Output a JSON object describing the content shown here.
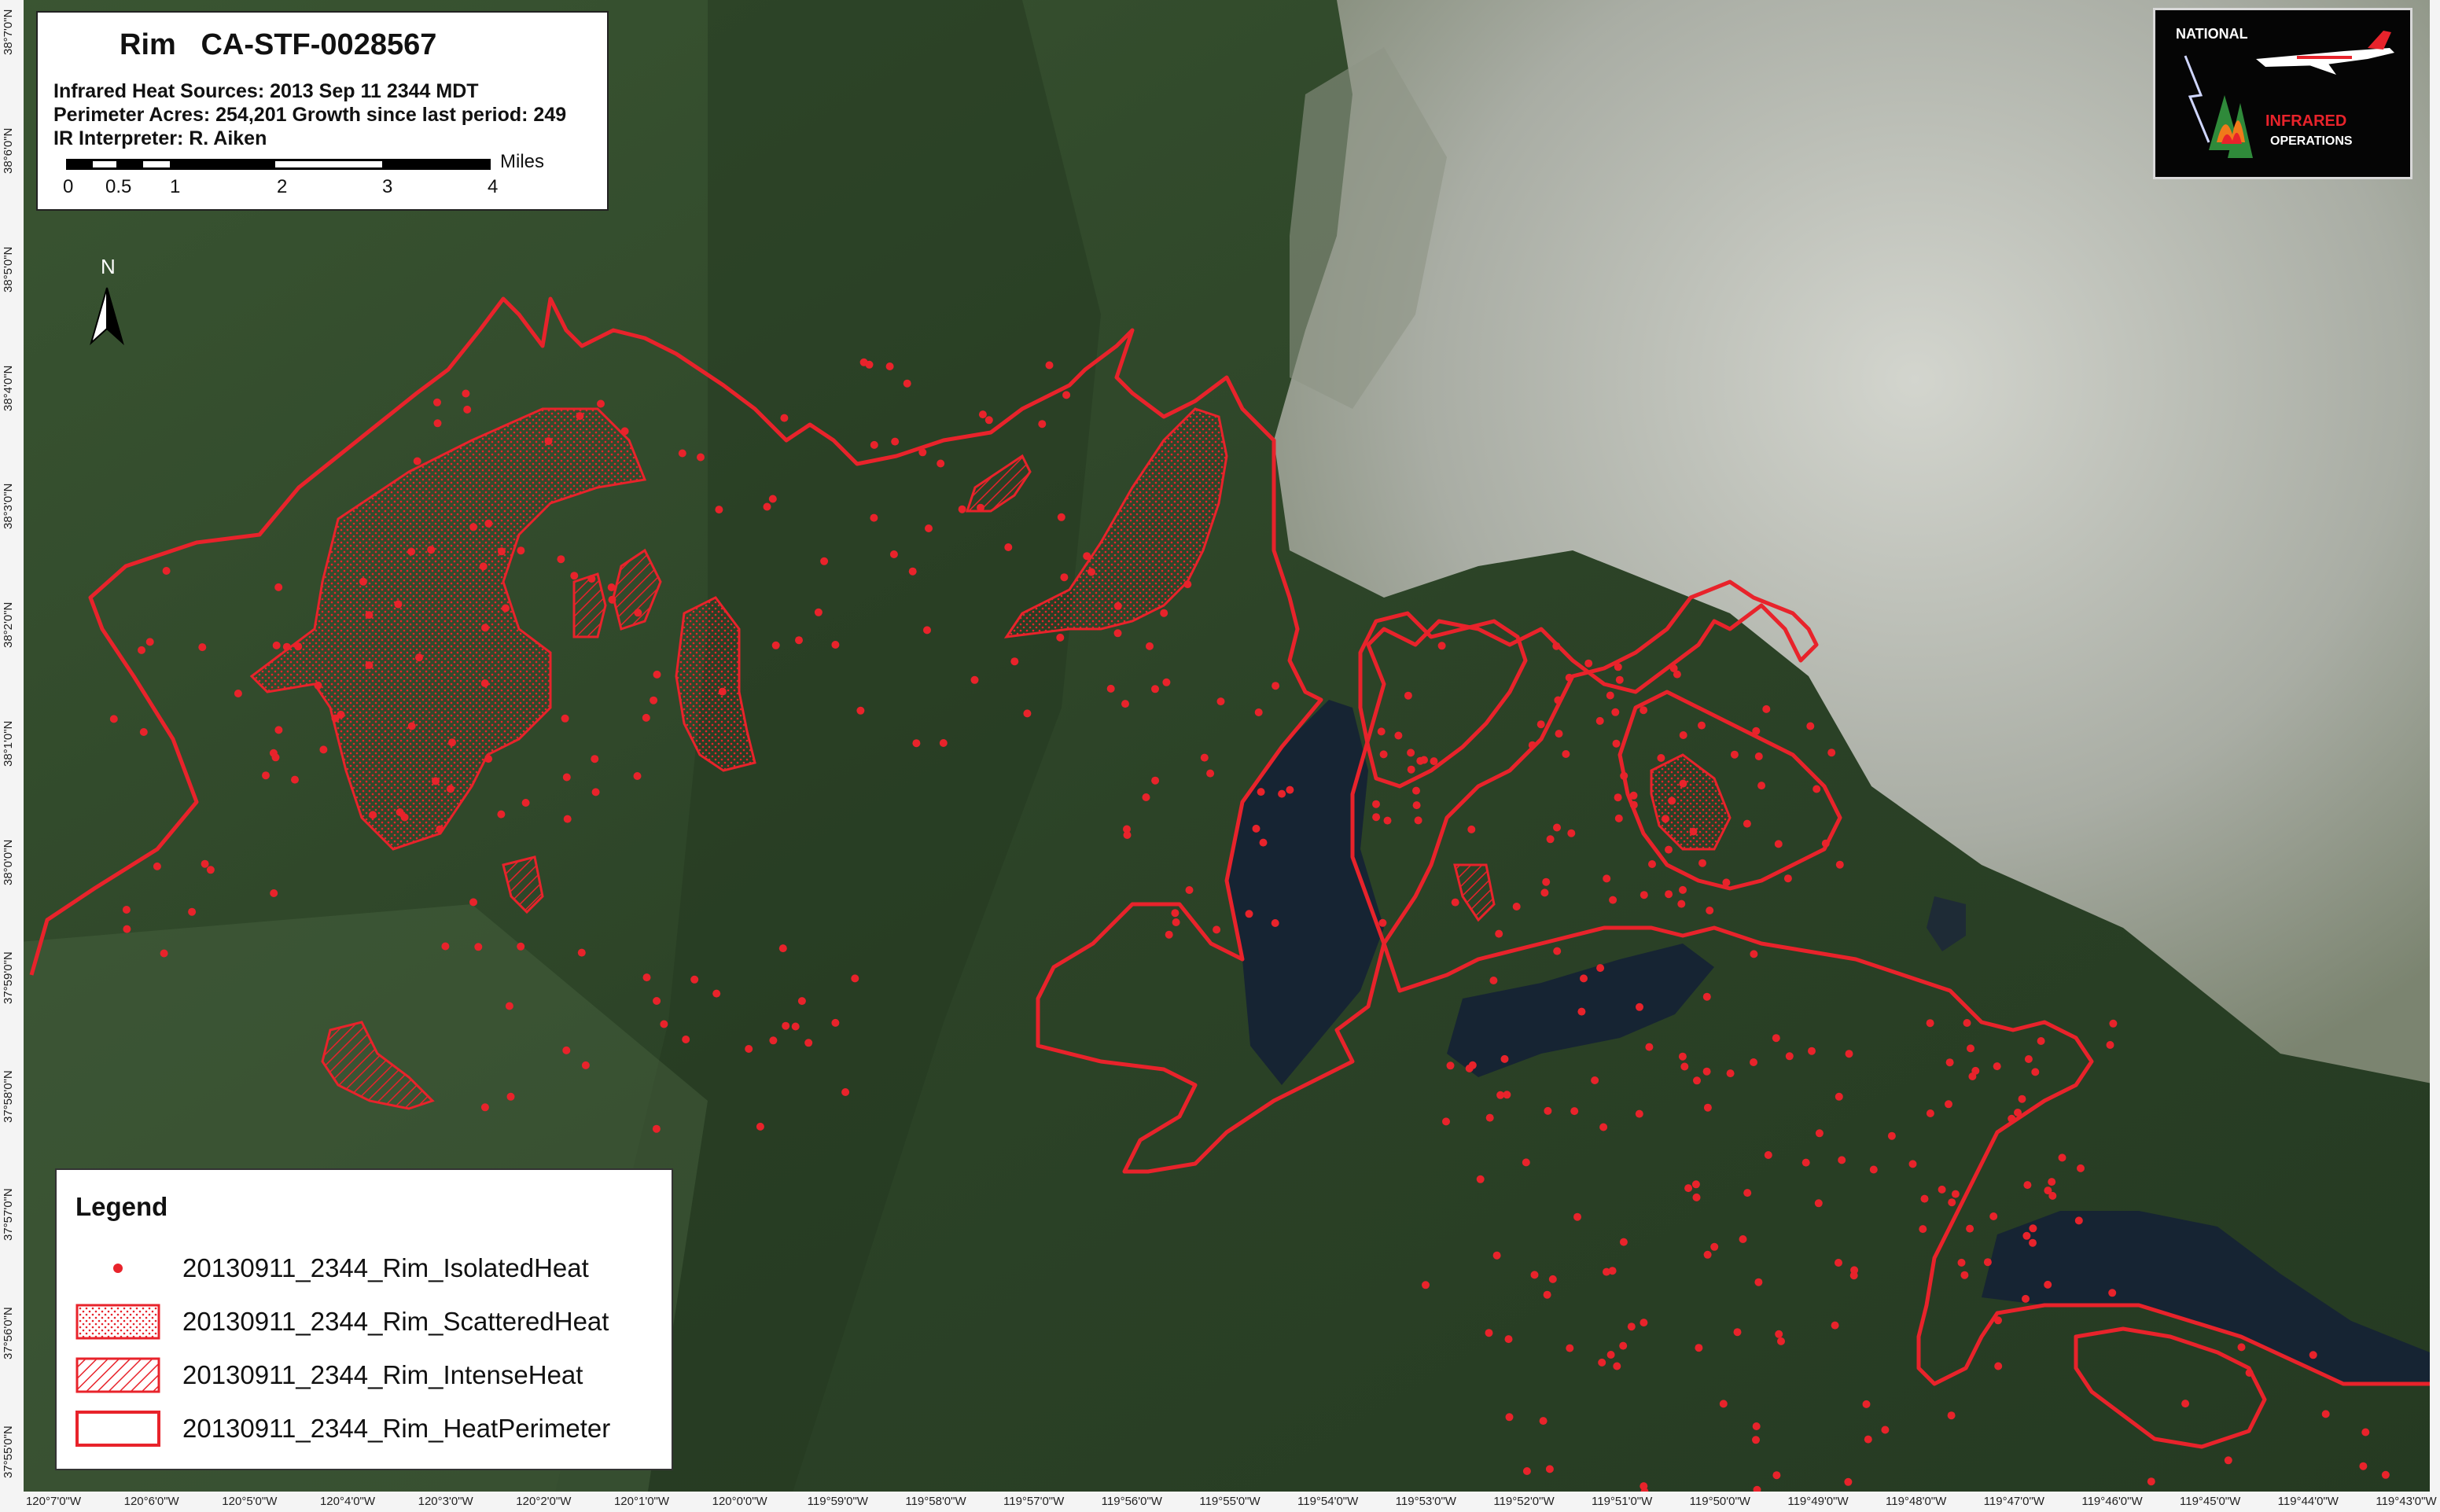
{
  "map": {
    "fire_name": "Rim",
    "incident_number": "CA-STF-0028567",
    "title_line": "Rim   CA-STF-0028567",
    "info": {
      "heat_sources": "Infrared Heat Sources: 2013 Sep 11  2344 MDT",
      "perimeter": "Perimeter Acres: 254,201  Growth since last period: 249",
      "interpreter": "IR Interpreter: R. Aiken"
    },
    "scale_bar": {
      "unit": "Miles",
      "labels": [
        "0",
        "0.5",
        "1",
        "2",
        "3",
        "4"
      ]
    },
    "north_arrow": {
      "label": "N",
      "icon": "north-arrow-icon"
    },
    "logo": {
      "line1": "NATIONAL",
      "line2": "INFRARED",
      "line3": "OPERATIONS",
      "icon": "aircraft-icon"
    },
    "legend": {
      "title": "Legend",
      "items": [
        {
          "label": "20130911_2344_Rim_IsolatedHeat",
          "symbol": "red-dot"
        },
        {
          "label": "20130911_2344_Rim_ScatteredHeat",
          "symbol": "red-stipple-box"
        },
        {
          "label": "20130911_2344_Rim_IntenseHeat",
          "symbol": "red-hatch-box"
        },
        {
          "label": "20130911_2344_Rim_HeatPerimeter",
          "symbol": "red-outline-box"
        }
      ]
    },
    "longitude_ticks": [
      "120°7'0\"W",
      "120°6'0\"W",
      "120°5'0\"W",
      "120°4'0\"W",
      "120°3'0\"W",
      "120°2'0\"W",
      "120°1'0\"W",
      "120°0'0\"W",
      "119°59'0\"W",
      "119°58'0\"W",
      "119°57'0\"W",
      "119°56'0\"W",
      "119°55'0\"W",
      "119°54'0\"W",
      "119°53'0\"W",
      "119°52'0\"W",
      "119°51'0\"W",
      "119°50'0\"W",
      "119°49'0\"W",
      "119°48'0\"W",
      "119°47'0\"W",
      "119°46'0\"W",
      "119°45'0\"W",
      "119°44'0\"W",
      "119°43'0\"W"
    ],
    "latitude_ticks": [
      "38°7'0\"N",
      "38°6'0\"N",
      "38°5'0\"N",
      "38°4'0\"N",
      "38°3'0\"N",
      "38°2'0\"N",
      "38°1'0\"N",
      "38°0'0\"N",
      "37°59'0\"N",
      "37°58'0\"N",
      "37°57'0\"N",
      "37°56'0\"N",
      "37°55'0\"N"
    ],
    "colors": {
      "perimeter": "#e8232b",
      "forest": "#2f4a2a",
      "granite": "#b9bcb3",
      "water": "#162433",
      "logo_red": "#e8232b"
    }
  }
}
